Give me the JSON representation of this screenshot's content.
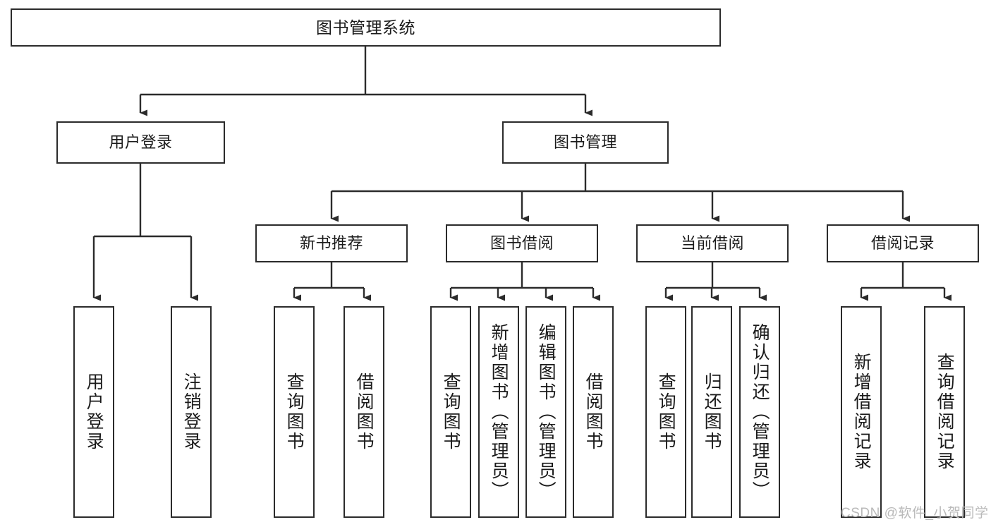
{
  "diagram": {
    "title": "图书管理系统",
    "type": "tree-hierarchy",
    "watermark": "CSDN @软件_小贺同学",
    "colors": {
      "stroke": "#2b2b2b",
      "fill": "#ffffff",
      "text": "#1a1a1a",
      "watermark": "#b9b9b9"
    }
  },
  "nodes": {
    "root": {
      "label": "图书管理系统"
    },
    "level2": [
      {
        "label": "用户登录"
      },
      {
        "label": "图书管理"
      }
    ],
    "level3": [
      {
        "label": "新书推荐"
      },
      {
        "label": "图书借阅"
      },
      {
        "label": "当前借阅"
      },
      {
        "label": "借阅记录"
      }
    ],
    "leaves_user_login": [
      {
        "label": "用户登录"
      },
      {
        "label": "注销登录"
      }
    ],
    "leaves_new_book": [
      {
        "label": "查询图书"
      },
      {
        "label": "借阅图书"
      }
    ],
    "leaves_borrow": [
      {
        "label": "查询图书"
      },
      {
        "label": "新增图书（管理员）"
      },
      {
        "label": "编辑图书（管理员）"
      },
      {
        "label": "借阅图书"
      }
    ],
    "leaves_current": [
      {
        "label": "查询图书"
      },
      {
        "label": "归还图书"
      },
      {
        "label": "确认归还（管理员）"
      }
    ],
    "leaves_record": [
      {
        "label": "新增借阅记录"
      },
      {
        "label": "查询借阅记录"
      }
    ]
  }
}
